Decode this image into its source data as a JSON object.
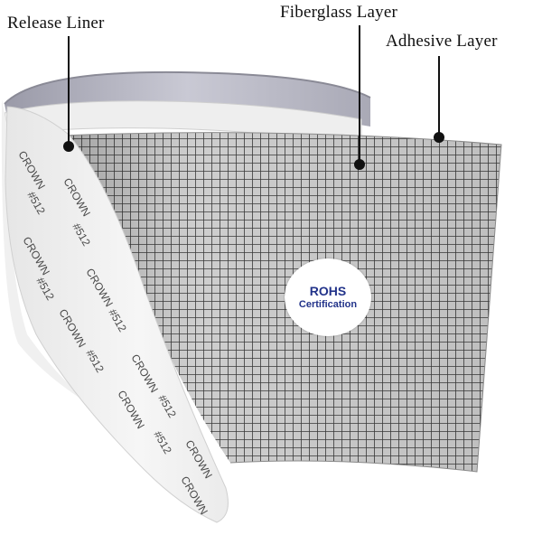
{
  "labels": {
    "release_liner": "Release Liner",
    "fiberglass_layer": "Fiberglass Layer",
    "adhesive_layer": "Adhesive Layer"
  },
  "badge": {
    "title": "ROHS",
    "subtitle": "Certification"
  },
  "liner_print": {
    "brand": "CROWN",
    "code": "#512"
  },
  "colors": {
    "mesh_bg": "#d8d8d8",
    "mesh_grid": "#3a3a3a",
    "liner": "#f4f4f4",
    "badge_text": "#22338a",
    "callout_line": "#111111"
  }
}
